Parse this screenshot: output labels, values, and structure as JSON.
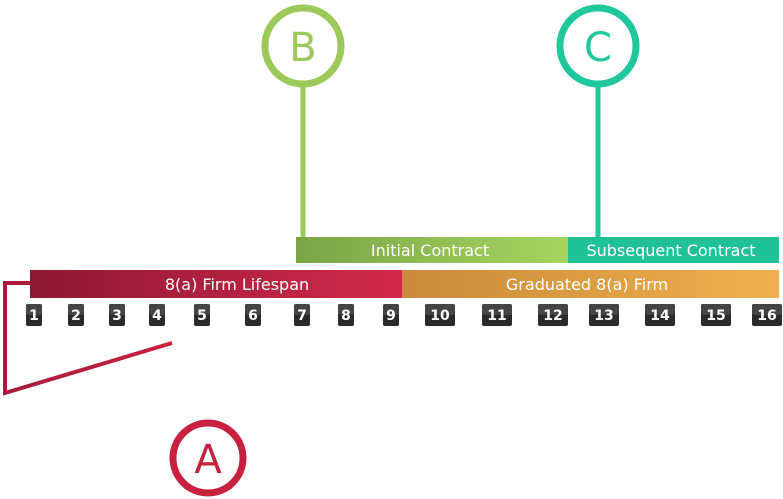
{
  "markers": [
    {
      "id": "A",
      "label": "A",
      "color": "#c8213f"
    },
    {
      "id": "B",
      "label": "B",
      "color": "#9dc85a"
    },
    {
      "id": "C",
      "label": "C",
      "color": "#1fc79d"
    }
  ],
  "bars": {
    "initial_contract": {
      "label": "Initial Contract",
      "color_start": "#7ba447",
      "color_end": "#a6d55f"
    },
    "subsequent_contract": {
      "label": "Subsequent Contract",
      "color": "#21c198"
    },
    "firm_lifespan": {
      "label": "8(a) Firm Lifespan",
      "color_start": "#8f1734",
      "color_end": "#d2294a"
    },
    "graduated_firm": {
      "label": "Graduated 8(a) Firm",
      "color_start": "#c98a3b",
      "color_end": "#f0b04c"
    }
  },
  "timeline": {
    "ticks": [
      "1",
      "2",
      "3",
      "4",
      "5",
      "6",
      "7",
      "8",
      "9",
      "10",
      "11",
      "12",
      "13",
      "14",
      "15",
      "16"
    ]
  }
}
